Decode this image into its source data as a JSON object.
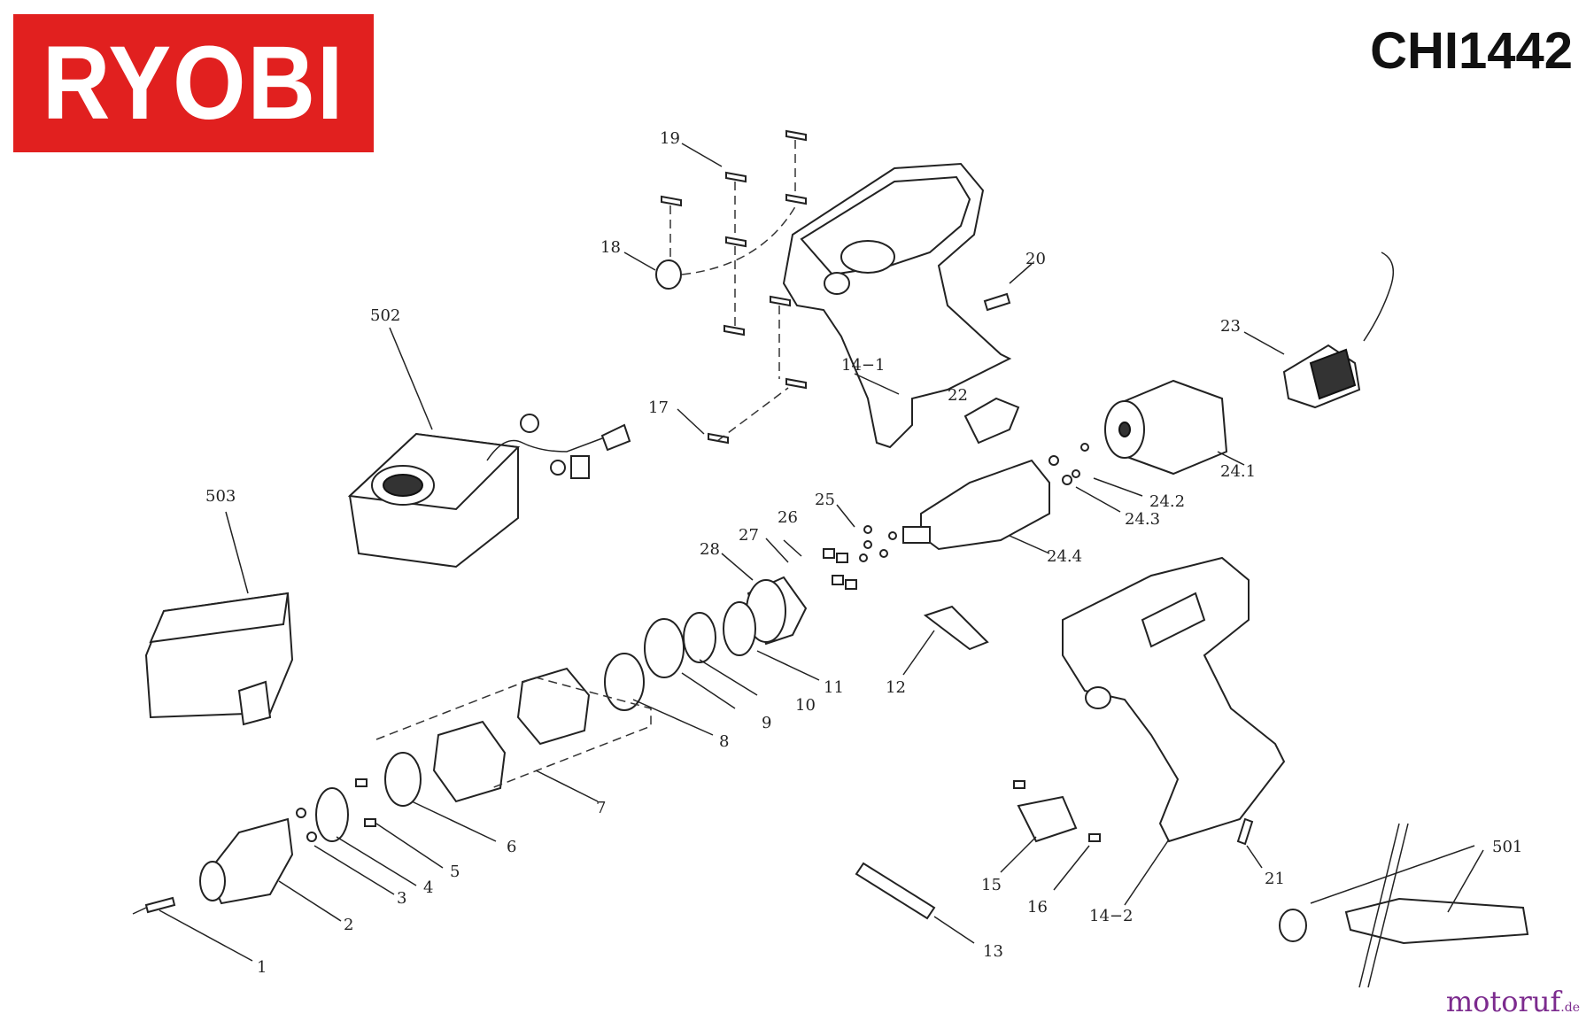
{
  "brand": {
    "name": "RYOBI",
    "color": "#e1201f"
  },
  "model": "CHI1442",
  "watermark": {
    "main": "motoruf",
    "suffix": ".de"
  },
  "labels": {
    "p1": "1",
    "p2": "2",
    "p3": "3",
    "p4": "4",
    "p5": "5",
    "p6": "6",
    "p7": "7",
    "p8": "8",
    "p9": "9",
    "p10": "10",
    "p11": "11",
    "p12": "12",
    "p13": "13",
    "p14_1": "14−1",
    "p14_2": "14−2",
    "p15": "15",
    "p16": "16",
    "p17": "17",
    "p18": "18",
    "p19": "19",
    "p20": "20",
    "p21": "21",
    "p22": "22",
    "p23": "23",
    "p24_1": "24.1",
    "p24_2": "24.2",
    "p24_3": "24.3",
    "p24_4": "24.4",
    "p25": "25",
    "p26": "26",
    "p27": "27",
    "p28": "28",
    "p501": "501",
    "p502": "502",
    "p503": "503"
  }
}
